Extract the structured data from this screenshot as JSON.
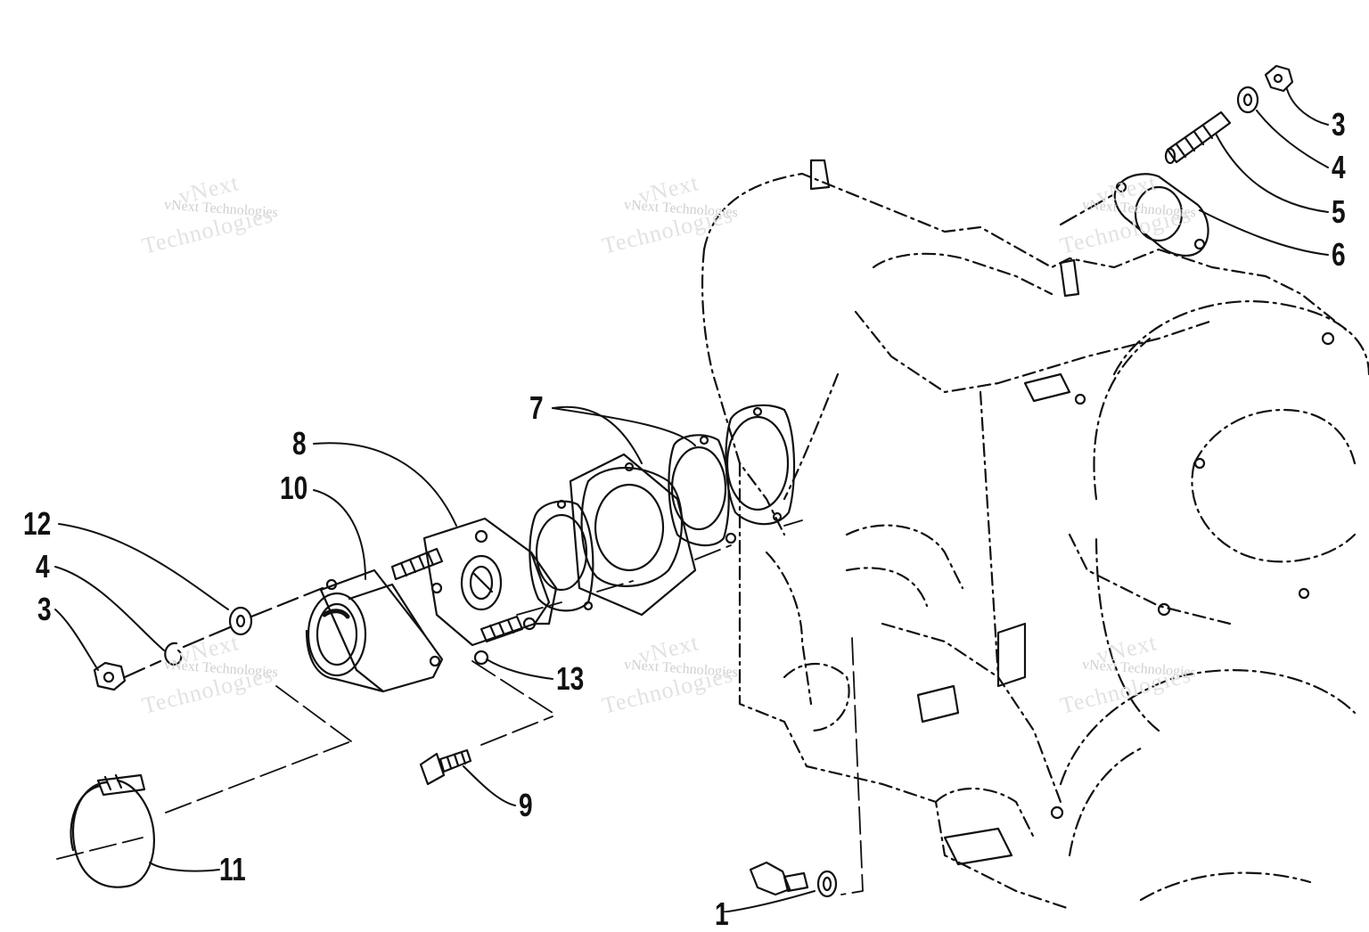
{
  "diagram": {
    "callouts": [
      "3",
      "4",
      "5",
      "6",
      "7",
      "8",
      "10",
      "12",
      "4",
      "3",
      "13",
      "9",
      "11",
      "1"
    ],
    "watermark": {
      "line1": "vNext Technologies",
      "line2": "vNext",
      "line3": "Technologies"
    }
  },
  "colors": {
    "ink": "#111111",
    "watermark": "#d0d0d0"
  }
}
